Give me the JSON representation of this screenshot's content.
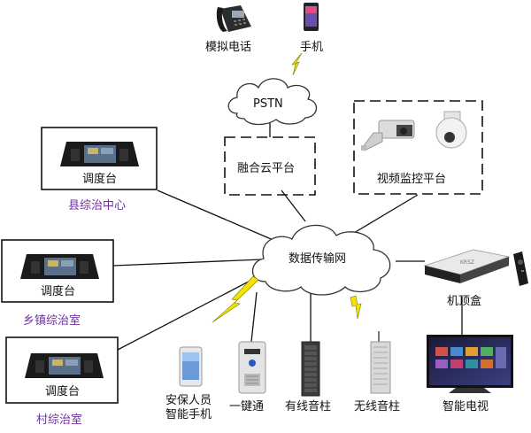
{
  "nodes": {
    "analog_phone": "模拟电话",
    "mobile_phone": "手机",
    "pstn": "PSTN",
    "fusion_cloud": "融合云平台",
    "video_monitor": "视频监控平台",
    "data_network": "数据传输网",
    "set_top_box": "机顶盒",
    "smart_tv": "智能电视",
    "security_phone_line1": "安保人员",
    "security_phone_line2": "智能手机",
    "one_key": "一键通",
    "wired_speaker": "有线音柱",
    "wireless_speaker": "无线音柱"
  },
  "consoles": [
    {
      "label": "调度台",
      "center": "县综治中心"
    },
    {
      "label": "调度台",
      "center": "乡镇综治室"
    },
    {
      "label": "调度台",
      "center": "村综治室"
    }
  ],
  "colors": {
    "center_label": "#7030a0",
    "line": "#111111",
    "lightning": "#f2e400",
    "cloud_fill": "#ffffff"
  }
}
